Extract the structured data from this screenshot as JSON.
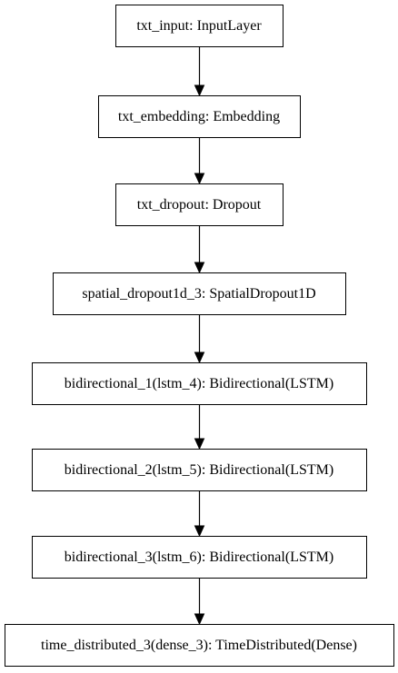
{
  "diagram": {
    "nodes": [
      {
        "id": "txt_input",
        "label": "txt_input: InputLayer"
      },
      {
        "id": "txt_embedding",
        "label": "txt_embedding: Embedding"
      },
      {
        "id": "txt_dropout",
        "label": "txt_dropout: Dropout"
      },
      {
        "id": "spatial_dropout1d_3",
        "label": "spatial_dropout1d_3: SpatialDropout1D"
      },
      {
        "id": "bidirectional_1",
        "label": "bidirectional_1(lstm_4): Bidirectional(LSTM)"
      },
      {
        "id": "bidirectional_2",
        "label": "bidirectional_2(lstm_5): Bidirectional(LSTM)"
      },
      {
        "id": "bidirectional_3",
        "label": "bidirectional_3(lstm_6): Bidirectional(LSTM)"
      },
      {
        "id": "time_distributed_3",
        "label": "time_distributed_3(dense_3): TimeDistributed(Dense)"
      }
    ],
    "edges": [
      {
        "from": "txt_input",
        "to": "txt_embedding"
      },
      {
        "from": "txt_embedding",
        "to": "txt_dropout"
      },
      {
        "from": "txt_dropout",
        "to": "spatial_dropout1d_3"
      },
      {
        "from": "spatial_dropout1d_3",
        "to": "bidirectional_1"
      },
      {
        "from": "bidirectional_1",
        "to": "bidirectional_2"
      },
      {
        "from": "bidirectional_2",
        "to": "bidirectional_3"
      },
      {
        "from": "bidirectional_3",
        "to": "time_distributed_3"
      }
    ]
  }
}
